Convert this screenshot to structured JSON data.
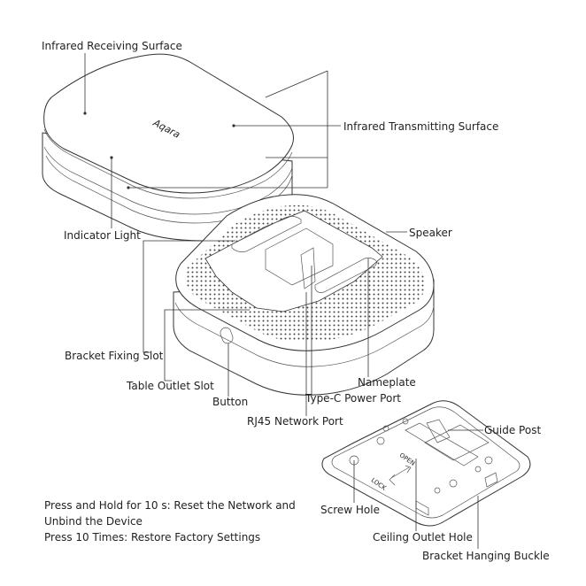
{
  "labels": {
    "ir_receiving": "Infrared Receiving Surface",
    "ir_transmitting": "Infrared Transmitting Surface",
    "indicator": "Indicator Light",
    "speaker": "Speaker",
    "bracket_fixing": "Bracket Fixing Slot",
    "table_outlet": "Table Outlet Slot",
    "button": "Button",
    "nameplate": "Nameplate",
    "typec": "Type-C Power Port",
    "rj45": "RJ45 Network Port",
    "guide_post": "Guide Post",
    "screw_hole": "Screw Hole",
    "ceiling_outlet": "Ceiling Outlet Hole",
    "hanging_buckle": "Bracket Hanging Buckle"
  },
  "device": {
    "logo": "Aqara"
  },
  "bracket": {
    "open": "OPEN",
    "lock": "LOCK"
  },
  "notes": {
    "line1": "Press and Hold for 10 s: Reset the Network and",
    "line2": "Unbind the Device",
    "line3": "Press 10 Times: Restore Factory Settings"
  }
}
